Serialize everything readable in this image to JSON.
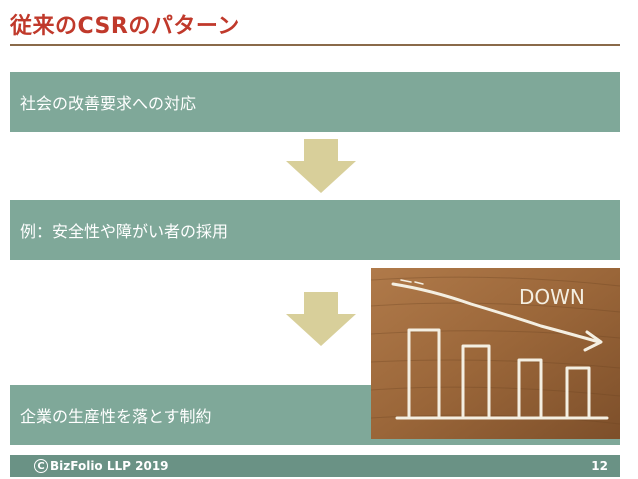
{
  "slide": {
    "title": "従来のCSRのパターン",
    "steps": [
      {
        "label": "社会の改善要求への対応"
      },
      {
        "label": "例：安全性や障がい者の採用"
      },
      {
        "label": "企業の生産性を落とす制約"
      }
    ],
    "image": {
      "text": "DOWN"
    },
    "footer": {
      "copyright_symbol": "C",
      "copyright": "BizFolio LLP 2019",
      "page_number": "12"
    }
  },
  "colors": {
    "title": "#c0392b",
    "band": "#7fa899",
    "arrow": "#d8cf9a",
    "footer": "#6a9285"
  }
}
